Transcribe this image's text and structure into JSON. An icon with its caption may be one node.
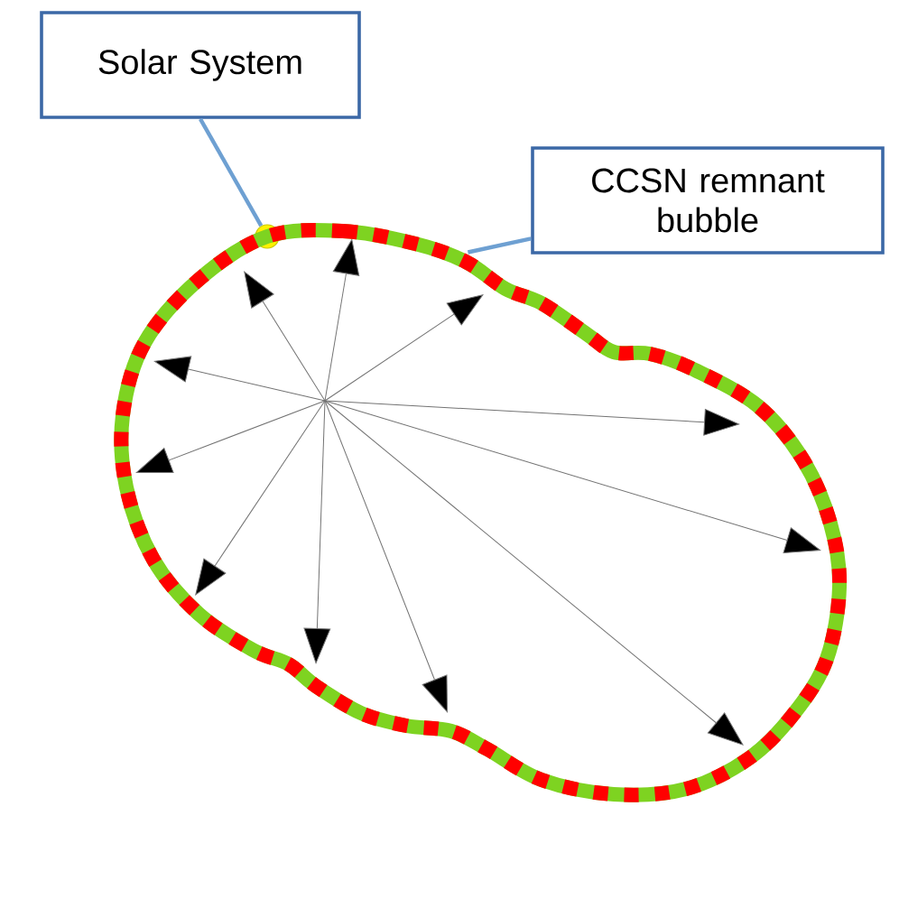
{
  "diagram": {
    "nodes": [
      {
        "text": [
          "Solar System"
        ]
      },
      {
        "text": [
          "CCSN remnant bubble"
        ]
      },
      {
        "text": [],
        "shape": "circle"
      },
      {
        "text": [],
        "shape": "cloud"
      }
    ],
    "edges": [
      {
        "from": 0,
        "to": 2,
        "arrow": "none"
      },
      {
        "from": 1,
        "to": 3,
        "arrow": "none"
      }
    ]
  }
}
